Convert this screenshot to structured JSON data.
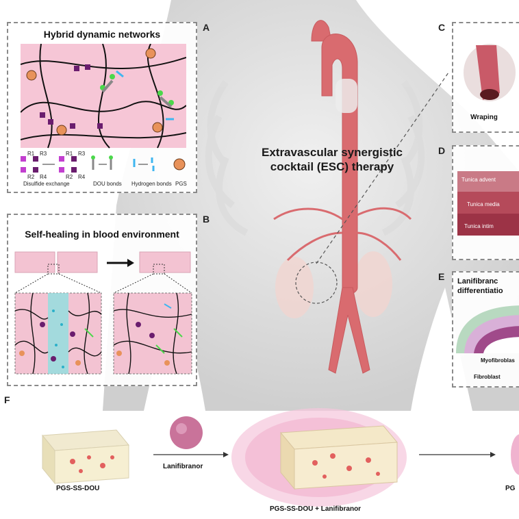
{
  "center": {
    "title_line1": "Extravascular synergistic",
    "title_line2": "cocktail (ESC) therapy"
  },
  "panelA": {
    "letter": "A",
    "title": "Hybrid dynamic networks",
    "legend": {
      "r1": "R1",
      "r2": "R2",
      "r3": "R3",
      "r4": "R4",
      "disulfide": "Disulfide exchange",
      "dou": "DOU bonds",
      "hydrogen": "Hydrogen bonds",
      "pgs": "PGS"
    }
  },
  "panelB": {
    "letter": "B",
    "title": "Self-healing in blood environment"
  },
  "panelC": {
    "letter": "C",
    "caption": "Wraping"
  },
  "panelD": {
    "letter": "D",
    "layers": [
      "Tunica advent",
      "Tunica media",
      "Tunica intim"
    ]
  },
  "panelE": {
    "letter": "E",
    "title_line1": "Lanifibranc",
    "title_line2": "differentiatio",
    "label1": "Myofibroblas",
    "label2": "Fibroblast"
  },
  "panelF": {
    "letter": "F",
    "label1": "PGS-SS-DOU",
    "arrow_label": "Lanifibranor",
    "label2": "PGS-SS-DOU + Lanifibranor",
    "label3": "PG"
  },
  "colors": {
    "network_bg": "#f6c6d6",
    "vessel": "#d96b6f",
    "body": "#e6e6e6",
    "dou_green": "#4bd84b",
    "hbond_blue": "#3fb6f0",
    "disulfide_purple": "#6a1d6e",
    "pgs_orange": "#e8925a"
  }
}
